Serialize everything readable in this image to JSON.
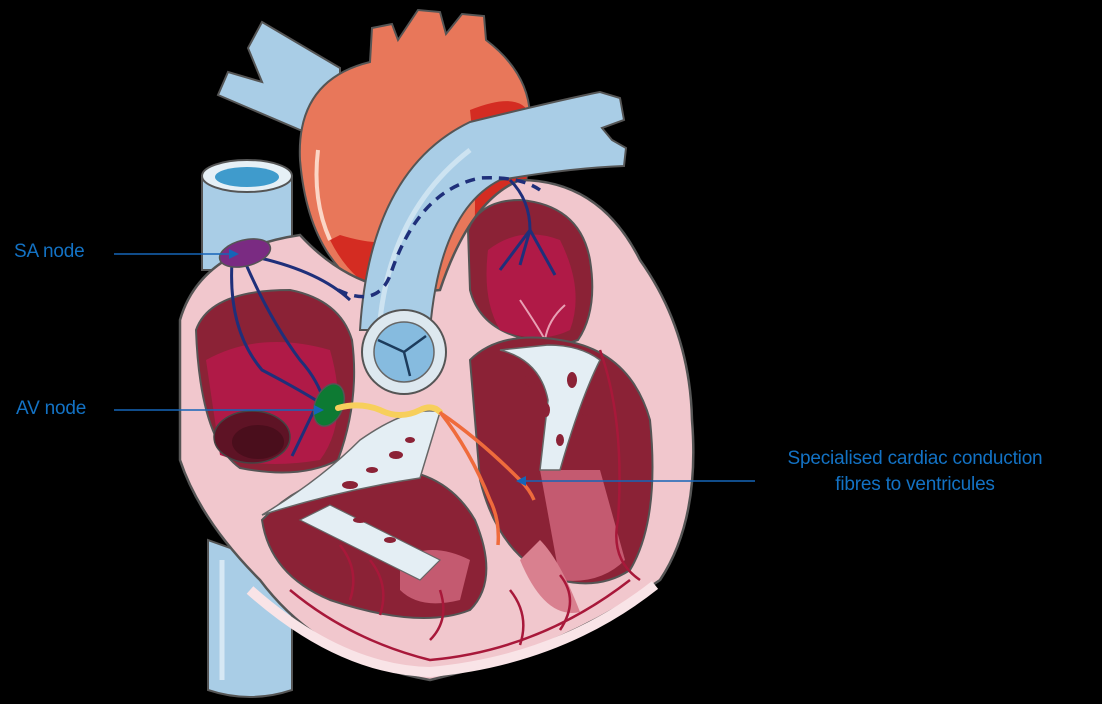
{
  "diagram": {
    "subject": "Heart conduction system",
    "colors": {
      "background": "#000000",
      "label_text": "#1372c4",
      "leader_line": "#1565b8",
      "aorta": "#e8775a",
      "aorta_shadow": "#d42c22",
      "vessels_blue": "#a9cde6",
      "vessels_blue_dark": "#7fb5da",
      "myocardium_pink": "#f1c7cd",
      "chamber_dark": "#8b2236",
      "chamber_crimson": "#b01a47",
      "sa_node": "#7a2b82",
      "av_node": "#0d7a33",
      "bundle_yellow": "#f7cf5c",
      "purkinje_orange": "#ef6b3c",
      "nerve_navy": "#1f2f7a",
      "coronary_red": "#a8183a",
      "valve_grey": "#dde8ef"
    },
    "labels": [
      {
        "id": "sa-node",
        "text": "SA node"
      },
      {
        "id": "av-node",
        "text": "AV node"
      },
      {
        "id": "conduction-fibres",
        "lines": [
          "Specialised cardiac conduction",
          "fibres to ventricules"
        ]
      }
    ]
  }
}
